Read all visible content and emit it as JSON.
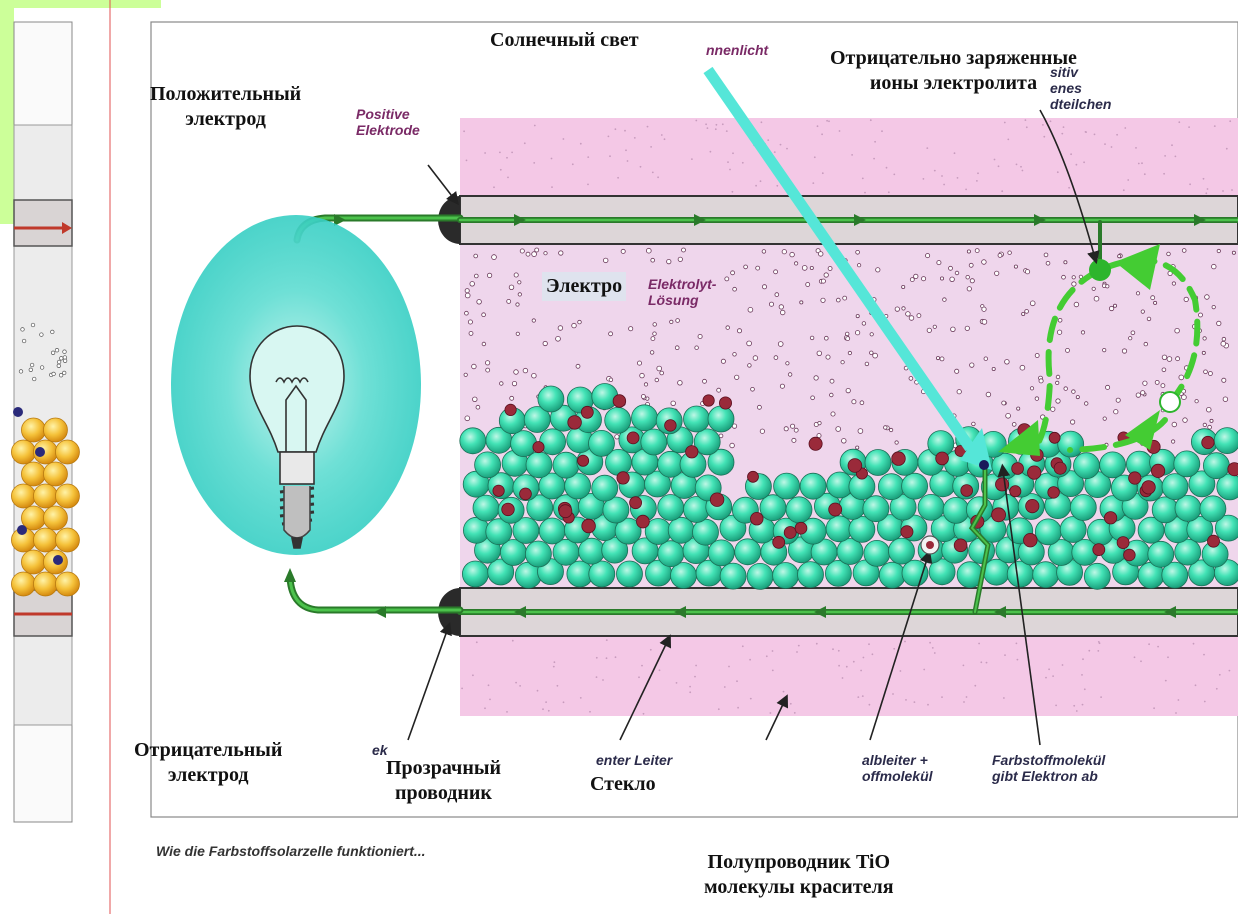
{
  "labels": {
    "sunlight": "Солнечный свет",
    "negative_ions": "Отрицательно заряженные\nионы электролита",
    "positive_electrode": "Положительный\nэлектрод",
    "electrolyte": "Электро",
    "negative_electrode": "Отрицательный\nэлектрод",
    "transparent_conductor": "Прозрачный\nпроводник",
    "glass": "Стекло",
    "semiconductor": "Полупроводник TiO\nмолекулы красителя"
  },
  "german_labels": {
    "sonnenlicht": "nnenlicht",
    "positiv_geladenes": "sitiv\nenes\ndteilchen",
    "positive_elektrode": "Positive\nElektrode",
    "elektrolyt": "Elektrolyt-\nLösung",
    "left_fragment": "ek",
    "leiter": "enter Leiter",
    "halbleiter": "albleiter +\noffmolekül",
    "farbstoff": "Farbstoffmolekül\ngibt Elektron ab"
  },
  "caption": "Wie die Farbstoffsolarzelle funktioniert...",
  "colors": {
    "accent_green": "#ccff99",
    "wire_green": "#2e8b2e",
    "glass_pink": "#f2c6e6",
    "electrolyte_pink": "#efd2ea",
    "tio2_cyan": "#36e0b0",
    "dye_red": "#9a2a3a",
    "sunlight_cyan": "#55e6d8",
    "bulb_glow": "#3fd3c8"
  }
}
